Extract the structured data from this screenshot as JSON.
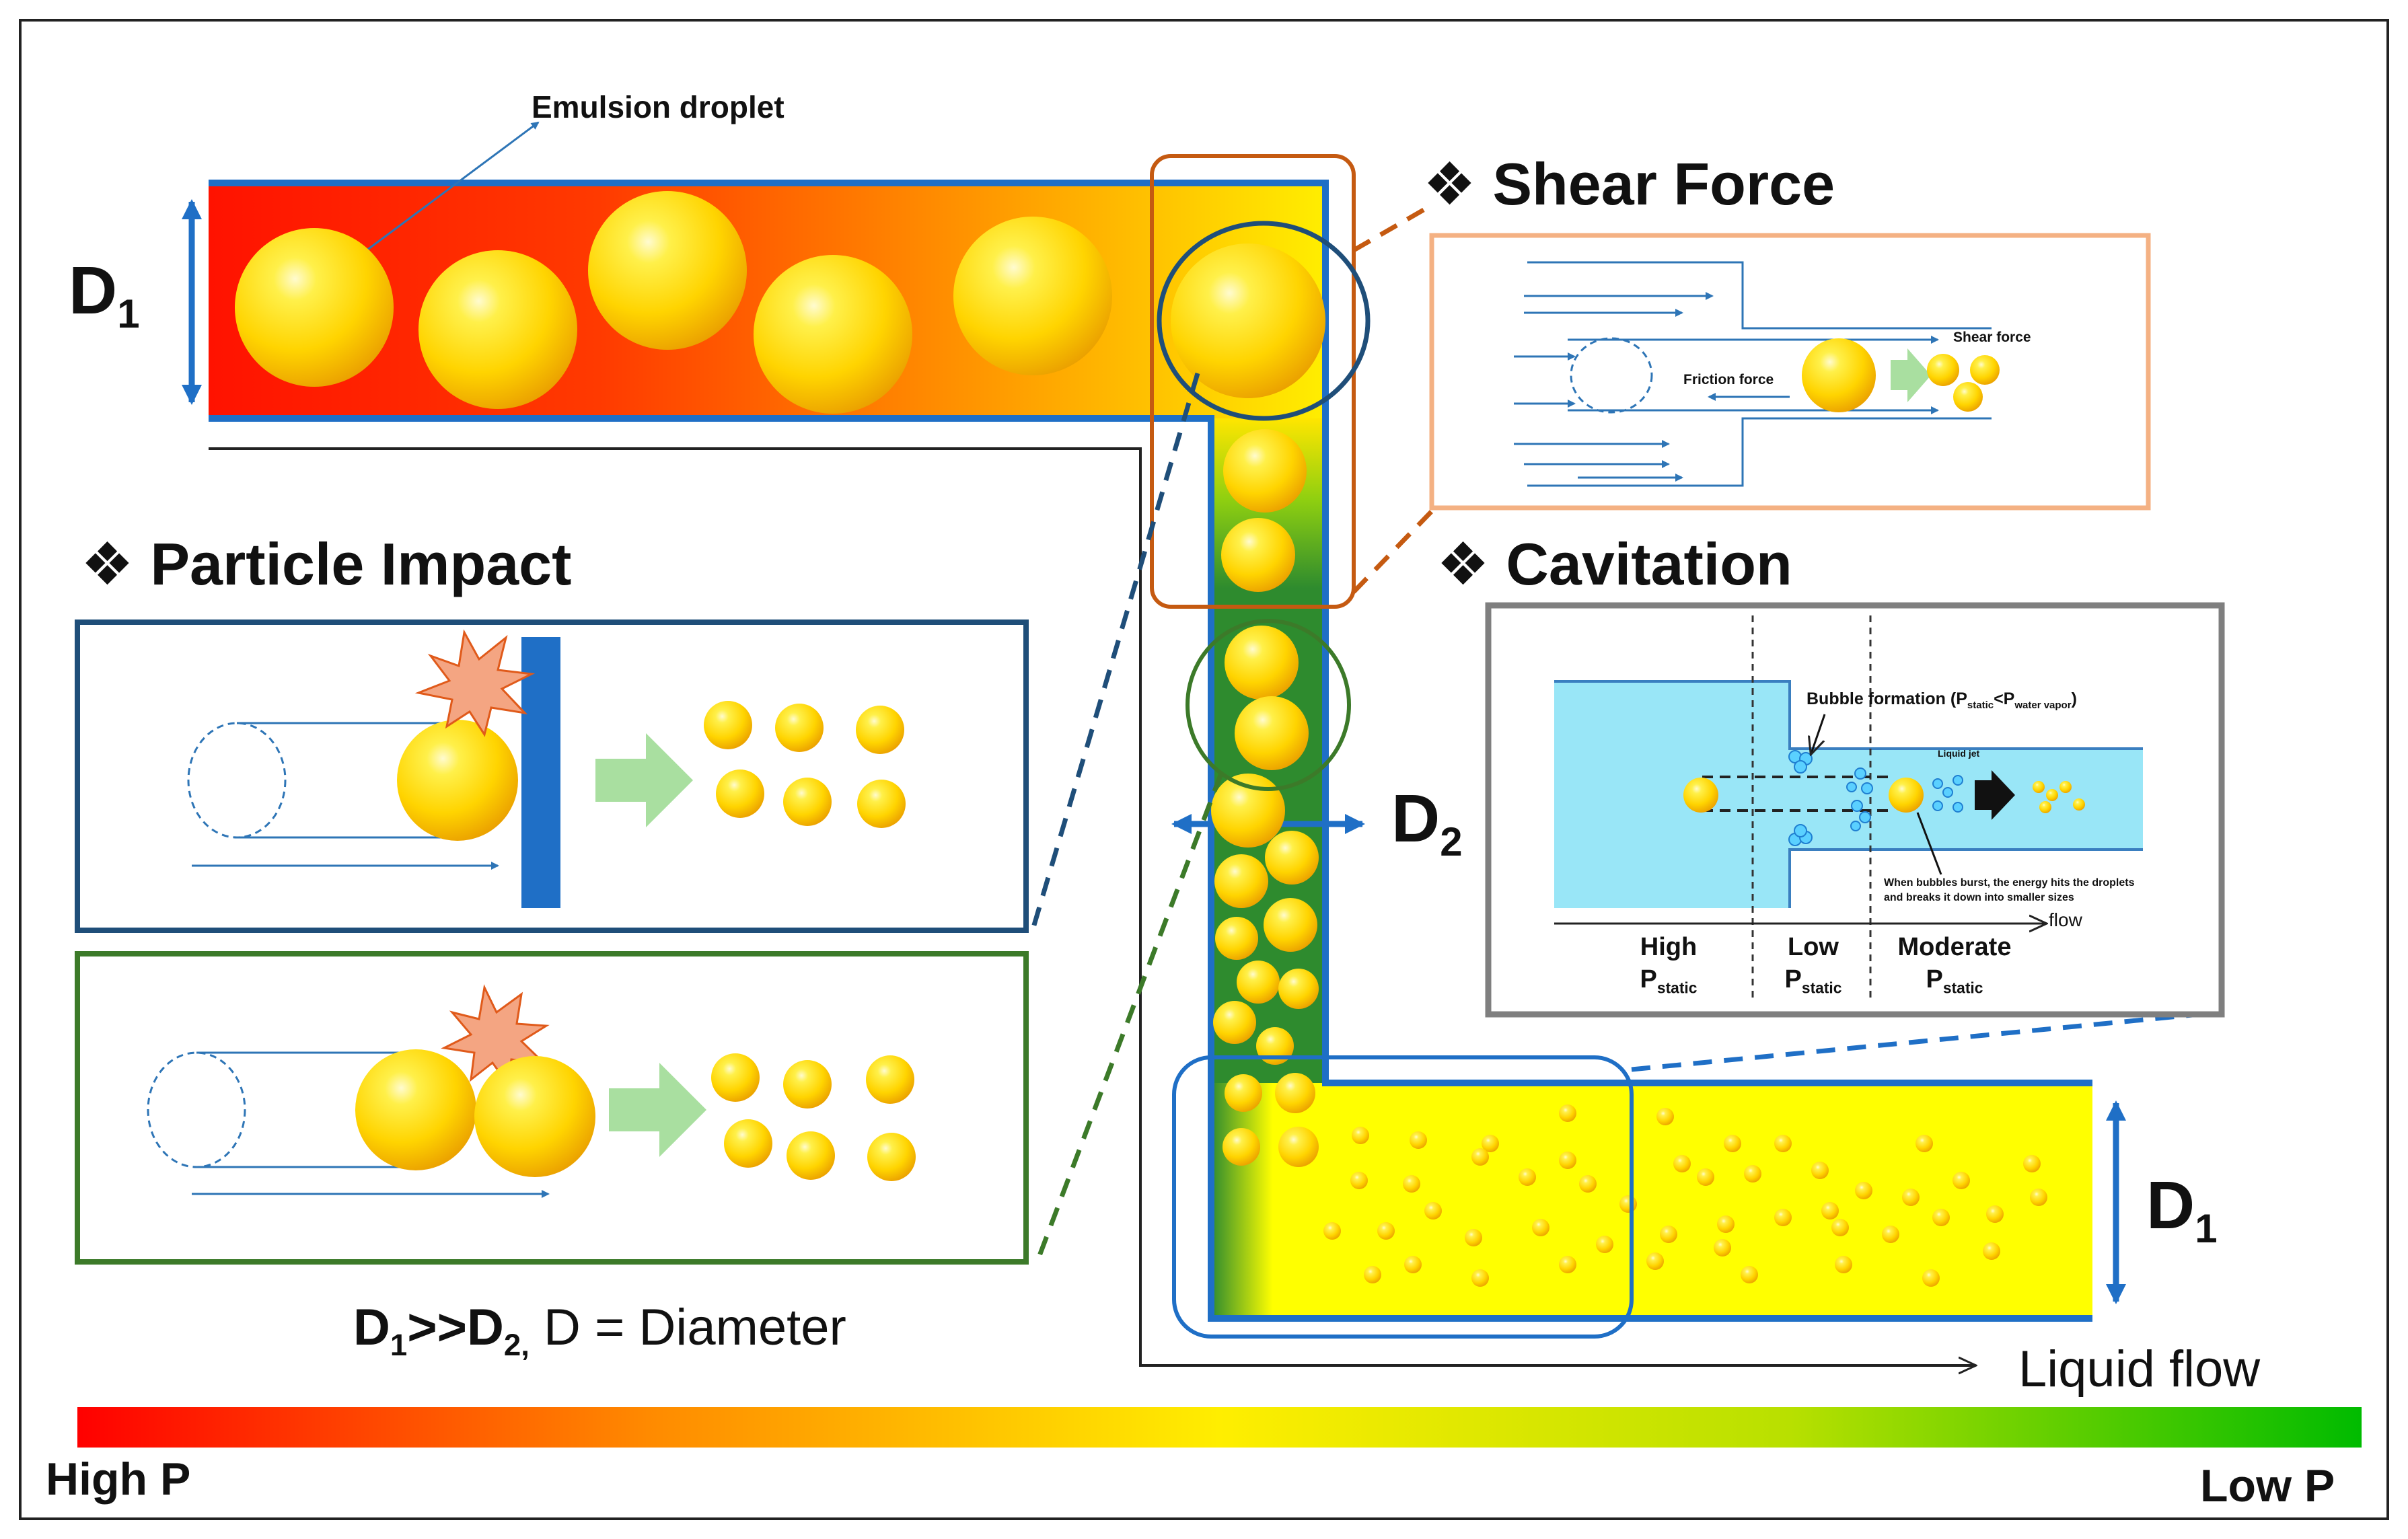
{
  "labels": {
    "emulsion_droplet": "Emulsion droplet",
    "d1_top": "D",
    "d1_top_sub": "1",
    "d2": "D",
    "d2_sub": "2",
    "d1_bottom": "D",
    "d1_bottom_sub": "1",
    "liquid_flow": "Liquid flow",
    "diameter_note_d1": "D",
    "diameter_note_d1_sub": "1",
    "diameter_note_mid": ">>D",
    "diameter_note_d2_sub": "2,",
    "diameter_note_rest": " D = Diameter"
  },
  "sections": {
    "shear_force": {
      "bullet": "❖",
      "title": "Shear Force",
      "shear_label": "Shear force",
      "friction_label": "Friction force"
    },
    "particle_impact": {
      "bullet": "❖",
      "title": "Particle Impact"
    },
    "cavitation": {
      "bullet": "❖",
      "title": "Cavitation",
      "bubble_formation": "Bubble formation (P",
      "bubble_formation_sub1": "static",
      "bubble_formation_mid": "<P",
      "bubble_formation_sub2": "water vapor",
      "bubble_formation_end": ")",
      "liquid_jet": "Liquid jet",
      "burst_note_1": "When bubbles burst, the energy hits the droplets",
      "burst_note_2": "and breaks it down into smaller sizes",
      "flow": "flow",
      "zones": [
        {
          "line1": "High",
          "p": "P",
          "sub": "static"
        },
        {
          "line1": "Low",
          "p": "P",
          "sub": "static"
        },
        {
          "line1": "Moderate",
          "p": "P",
          "sub": "static"
        }
      ]
    }
  },
  "pressure_scale": {
    "high": "High P",
    "low": "Low P",
    "colors": [
      "#ff0000",
      "#ff8a00",
      "#ffee00",
      "#b8e000",
      "#00bb00"
    ]
  },
  "colors": {
    "pipe_border": "#1f6fc6",
    "shear_box": "#f4b183",
    "impact_box": "#1f4e79",
    "impact2_box": "#3c7a29",
    "cavitation_box": "#7f7f7f",
    "orange_frame": "#c55a11",
    "water": "#99e6f7"
  },
  "icons": [
    "droplet-icon",
    "burst-star-icon",
    "arrow-right-icon",
    "wall-icon"
  ]
}
